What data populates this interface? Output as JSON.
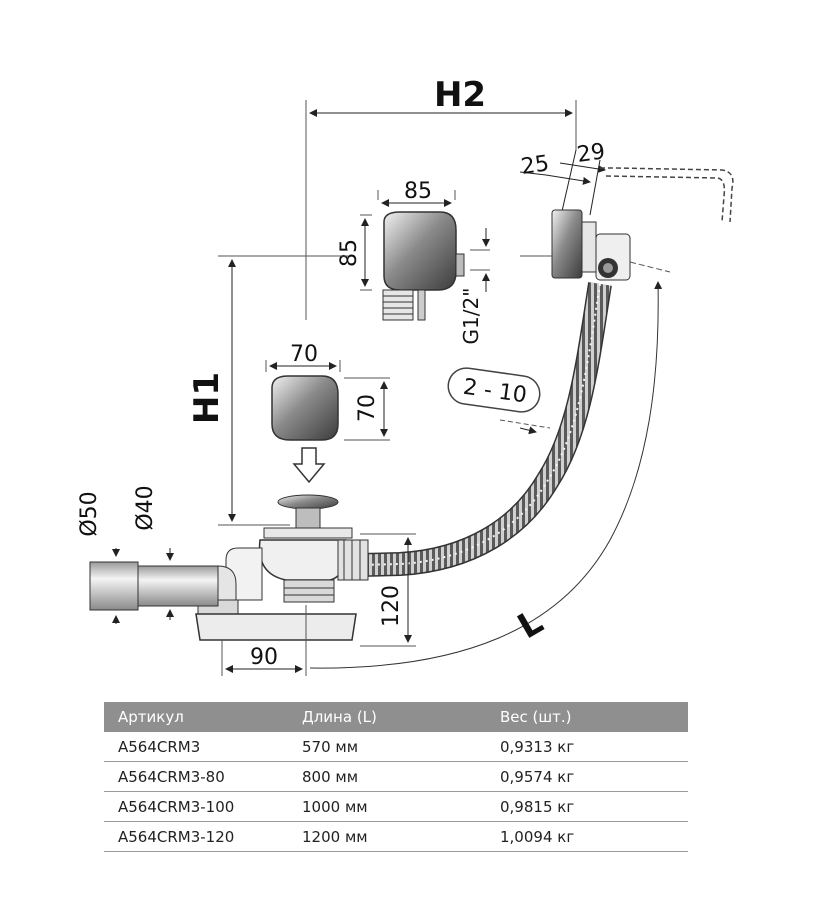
{
  "diagram": {
    "labels": {
      "h2": "H2",
      "h1": "H1",
      "l": "L",
      "d29": "29",
      "d25": "25",
      "d85_top": "85",
      "d85_side": "85",
      "thread": "G1/2\"",
      "d70_top": "70",
      "d70_side": "70",
      "gap": "2 - 10",
      "d50": "Ø50",
      "d40": "Ø40",
      "d120": "120",
      "d90": "90"
    },
    "colors": {
      "line": "#222222",
      "metal_dark": "#4a4a4a",
      "metal_light": "#d8d8d8",
      "hose": "#6a6a6a"
    }
  },
  "table": {
    "headers": [
      "Артикул",
      "Длина (L)",
      "Вес (шт.)"
    ],
    "rows": [
      [
        "A564CRM3",
        "570 мм",
        "0,9313 кг"
      ],
      [
        "A564CRM3-80",
        "800 мм",
        "0,9574 кг"
      ],
      [
        "A564CRM3-100",
        "1000 мм",
        "0,9815 кг"
      ],
      [
        "A564CRM3-120",
        "1200 мм",
        "1,0094 кг"
      ]
    ]
  }
}
